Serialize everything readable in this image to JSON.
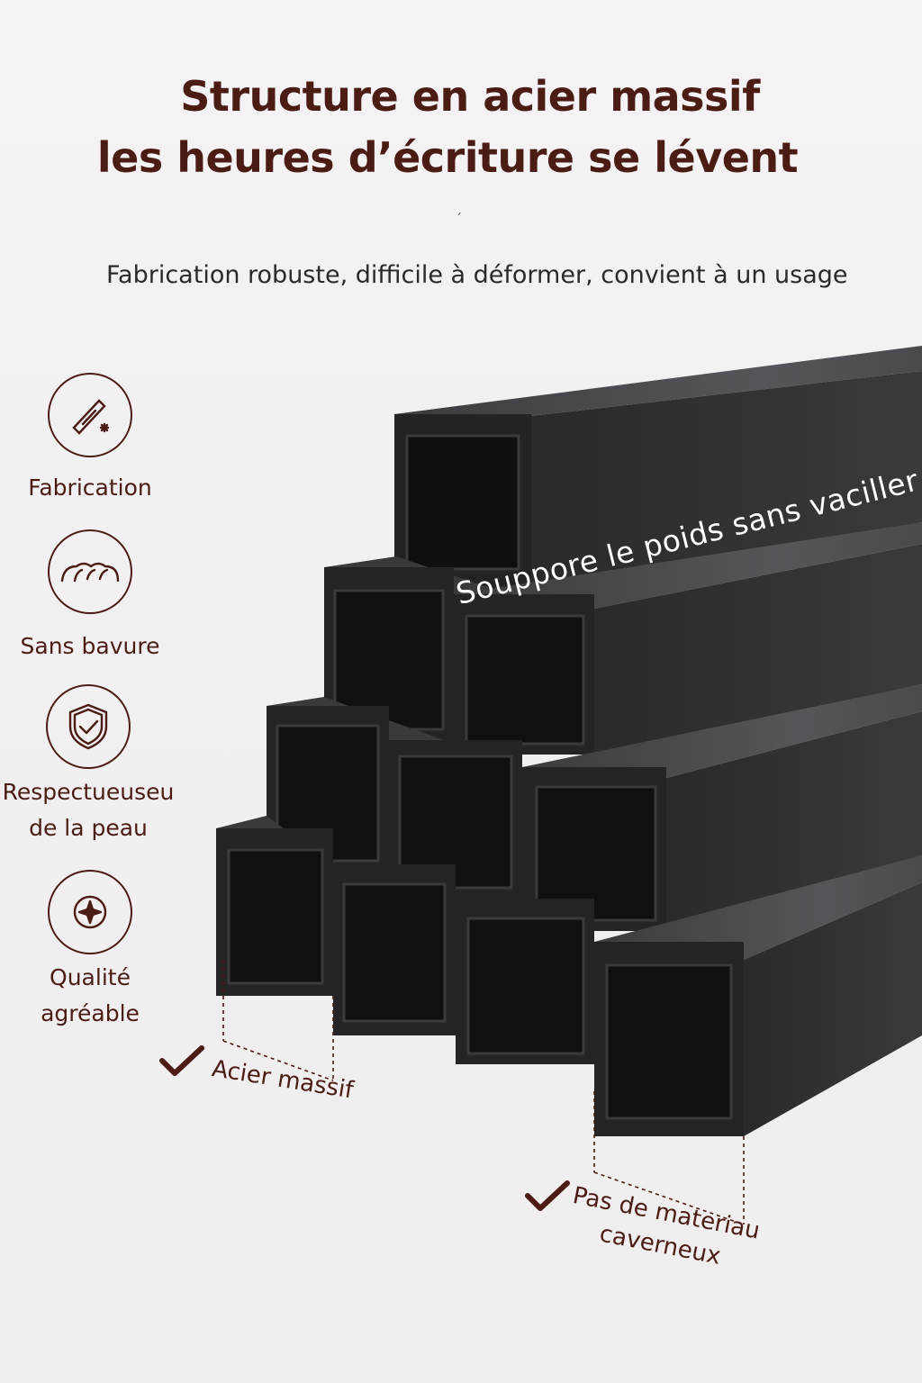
{
  "header": {
    "title_line1": "Structure en acier massif",
    "title_line2": "les heures d’écriture se lévent",
    "mark": "ˊ",
    "subtitle": "Fabrication robuste, difficile à déformer, convient à un usage"
  },
  "features": [
    {
      "icon": "pen-ruler-icon",
      "label": "Fabrication"
    },
    {
      "icon": "smooth-edge-icon",
      "label": "Sans bavure"
    },
    {
      "icon": "shield-check-icon",
      "label_line1": "Respectueuseu",
      "label_line2": "de la peau"
    },
    {
      "icon": "star-badge-icon",
      "label_line1": "Qualité",
      "label_line2": "agréable"
    }
  ],
  "product": {
    "beam_text": "Souppore le poids sans vaciller",
    "callout1": "Acier massif",
    "callout2_line1": "Pas de materiau",
    "callout2_line2": "caverneux"
  },
  "colors": {
    "accent": "#4a1c14",
    "steel": "#2b2b2d",
    "background": "#f2f0f1"
  }
}
